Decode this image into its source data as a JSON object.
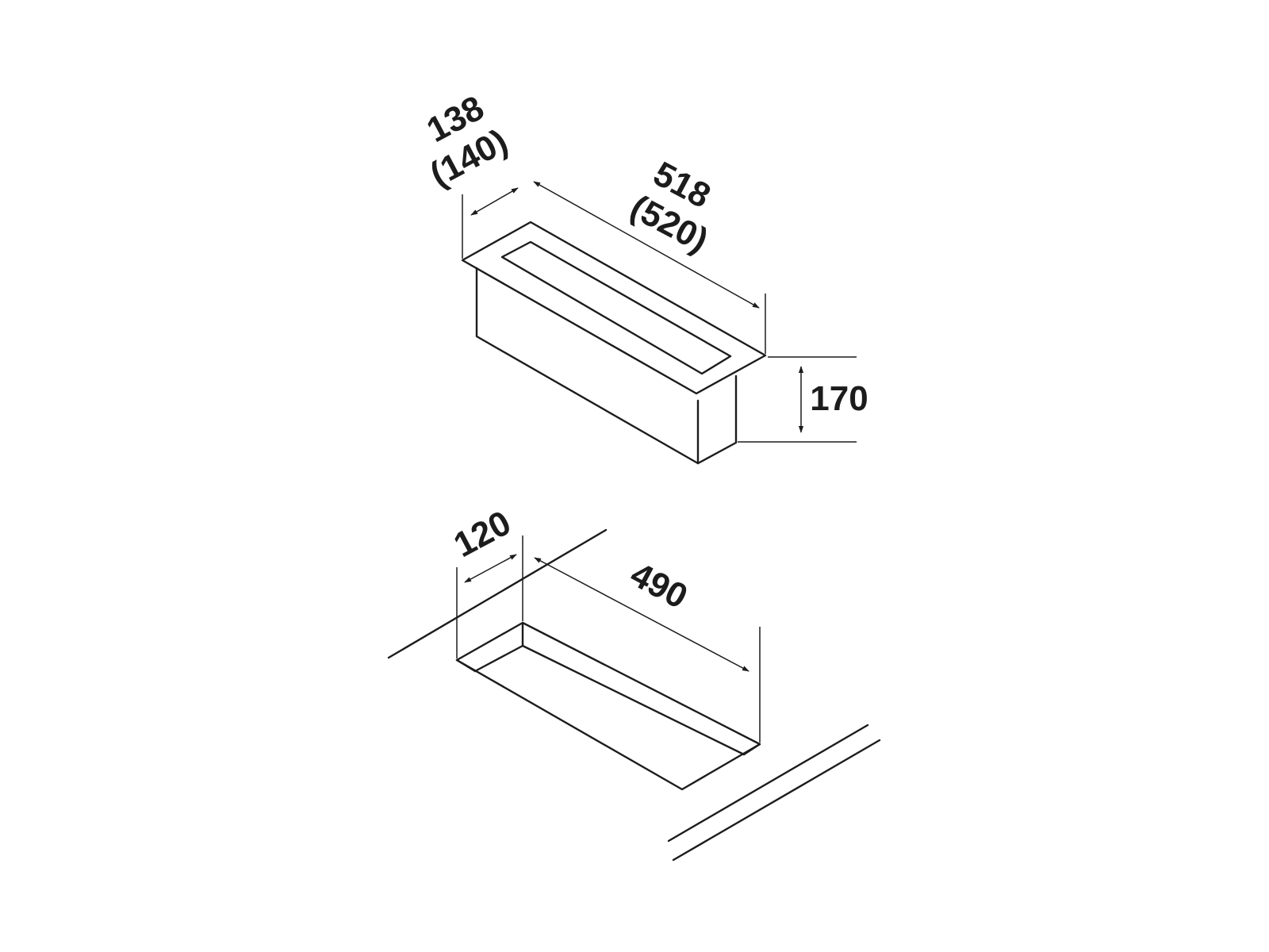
{
  "colors": {
    "background": "#ffffff",
    "line": "#1c1c1c"
  },
  "unit_view": {
    "depth_label": "138",
    "depth_alt_label": "(140)",
    "length_label": "518",
    "length_alt_label": "(520)",
    "height_label": "170"
  },
  "cutout_view": {
    "depth_label": "120",
    "length_label": "490"
  }
}
